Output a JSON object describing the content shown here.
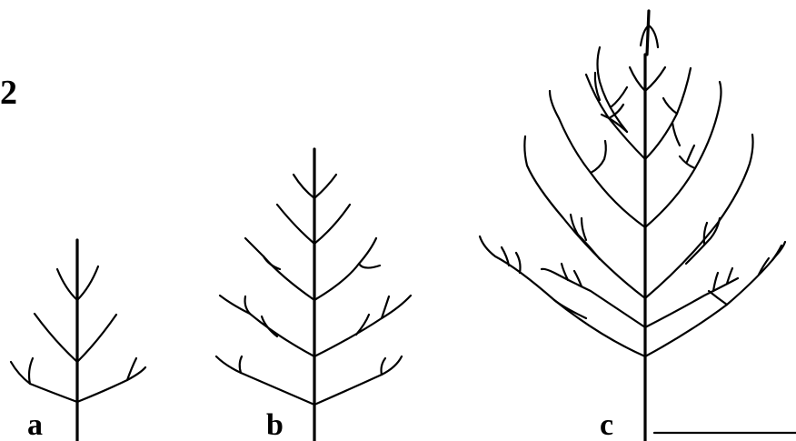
{
  "figure": {
    "number": "2",
    "panels": [
      {
        "label": "a"
      },
      {
        "label": "b"
      },
      {
        "label": "c"
      }
    ]
  },
  "colors": {
    "ink": "#000000",
    "background": "#ffffff"
  }
}
